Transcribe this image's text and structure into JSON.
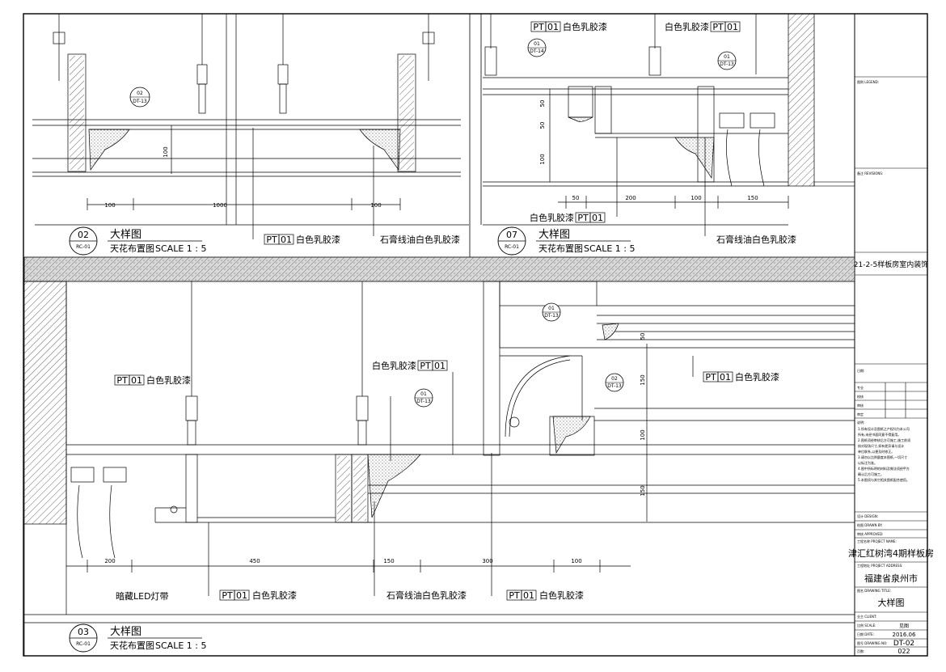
{
  "drawing_02": {
    "circle_top": "02",
    "circle_bottom": "RC-01",
    "title": "大样图",
    "subtitle": "天花布置图",
    "scale": "SCALE 1 : 5",
    "tag_top": "02",
    "tag_bottom": "DT-13",
    "dims": {
      "d100a": "100",
      "d1000": "1000",
      "d100b": "100",
      "dv100": "100"
    },
    "callout_pt_code": "PT",
    "callout_pt_num": "01",
    "callout_pt_text": "白色乳胶漆",
    "callout_gypsum": "石膏线油白色乳胶漆"
  },
  "drawing_07": {
    "circle_top": "07",
    "circle_bottom": "RC-01",
    "title": "大样图",
    "subtitle": "天花布置图",
    "scale": "SCALE 1 : 5",
    "tag1_top": "01",
    "tag1_bottom": "DT-14",
    "tag2_top": "01",
    "tag2_bottom": "DT-13",
    "callout_top_left_code": "PT",
    "callout_top_left_num": "01",
    "callout_top_left_text": "白色乳胶漆",
    "callout_top_right_text": "白色乳胶漆",
    "callout_top_right_code": "PT",
    "callout_top_right_num": "01",
    "callout_bottom_text": "白色乳胶漆",
    "callout_bottom_code": "PT",
    "callout_bottom_num": "01",
    "callout_gypsum": "石膏线油白色乳胶漆",
    "dims": {
      "d50": "50",
      "d200": "200",
      "d100": "100",
      "d150": "150",
      "v50a": "50",
      "v50b": "50",
      "v100": "100"
    }
  },
  "drawing_03": {
    "circle_top": "03",
    "circle_bottom": "RC-01",
    "title": "大样图",
    "subtitle": "天花布置图",
    "scale": "SCALE 1 : 5",
    "tag1_top": "01",
    "tag1_bottom": "DT-13",
    "tag2_top": "02",
    "tag2_bottom": "DT-13",
    "tag3_top": "01",
    "tag3_bottom": "DT-13",
    "callout_left_code": "PT",
    "callout_left_num": "01",
    "callout_left_text": "白色乳胶漆",
    "callout_mid_text": "白色乳胶漆",
    "callout_mid_code": "PT",
    "callout_mid_num": "01",
    "callout_right_code": "PT",
    "callout_right_num": "01",
    "callout_right_text": "白色乳胶漆",
    "callout_led": "暗藏LED灯带",
    "callout_b1_code": "PT",
    "callout_b1_num": "01",
    "callout_b1_text": "白色乳胶漆",
    "callout_gypsum": "石膏线油白色乳胶漆",
    "callout_b3_code": "PT",
    "callout_b3_num": "01",
    "callout_b3_text": "白色乳胶漆",
    "dims": {
      "d200": "200",
      "d450": "450",
      "d150": "150",
      "d300": "300",
      "d100": "100",
      "v50": "50",
      "v150a": "150",
      "v100": "100",
      "v150b": "150"
    }
  },
  "title_block": {
    "legend_label": "图例 LEGEND:",
    "revisions_label": "备注 REVISIONS:",
    "project_name": "21-2-5样板房室内装饰",
    "date_label": "日期:",
    "sign_labels": [
      "专业",
      "校核",
      "审核",
      "审定"
    ],
    "notes_label": "说明:",
    "notes": [
      "1.所有设计及图纸之产权均为本公司",
      "所有,未经书面同意不得复用。",
      "2.图纸须经审核后方可施工,施工前须",
      "核对现场尺寸,如有差异请与设计",
      "单位联系,以便及时修正。",
      "3.请勿以比例量度本图纸,一切尺寸",
      "以标注为准。",
      "4.图中所标明的材料及做法须经甲方",
      "确认后方可施工。",
      "5.本图须与其它相关图纸配合使用。"
    ],
    "design_label": "设计 DESIGN:",
    "drawn_label": "绘图 DRAWN BY:",
    "checked_label": "审核 APPROVED:",
    "proj_name_label": "工程名称 PROJECT NAME:",
    "proj_name_value": "津汇红树湾4期样板房",
    "proj_addr_label": "工程地址 PROJECT ADDRESS:",
    "proj_addr_value": "福建省泉州市",
    "drawing_title_label": "图名 DRAWING TITLE:",
    "drawing_title_value": "大样图",
    "client_label": "业主 CLIENT:",
    "scale_label": "比例 SCALE:",
    "scale_value": "见图",
    "date2_label": "日期 DATE:",
    "date_value": "2016.06",
    "dwg_no_label": "图号 DRAWING NO:",
    "dwg_no_value": "DT-02",
    "page_label": "页数:",
    "page_value": "022"
  }
}
